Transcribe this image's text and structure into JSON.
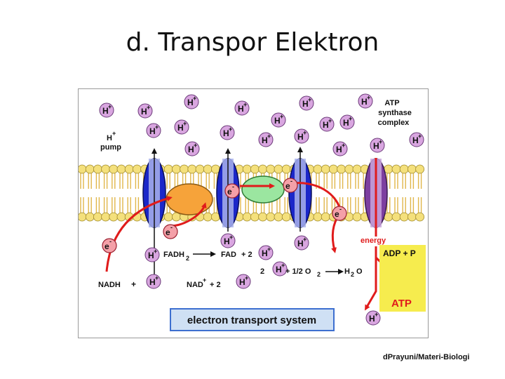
{
  "slide": {
    "title": "d. Transpor Elektron",
    "credit": "dPrayuni/Materi-Biologi"
  },
  "diagram": {
    "proton": "H",
    "proton_charge": "+",
    "electron": "e",
    "electron_charge": "-",
    "labels": {
      "pump_h": "H",
      "pump_plus": "+",
      "pump_word": "pump",
      "atp_synthase_1": "ATP",
      "atp_synthase_2": "synthase",
      "atp_synthase_3": "complex",
      "energy": "energy",
      "adp_p": "ADP + P",
      "atp": "ATP",
      "fadh": "FADH",
      "fadh_sub": "2",
      "fad": "FAD",
      "plus2": "+ 2",
      "nadh": "NADH",
      "plus": "+",
      "nad": "NAD",
      "nad_sup": "+",
      "nad_plus2": "+ 2",
      "two": "2",
      "half_o2": "+ 1/2 O",
      "o2_sub": "2",
      "water_h": "H",
      "water_sub": "2",
      "water_o": "O",
      "system": "electron transport system"
    },
    "colors": {
      "proton_fill": "#d9a6e0",
      "head": "#f4e07c",
      "tail": "#e0b64a",
      "channel": "#1b27c9",
      "channel_light": "#a9b3ec",
      "synthase": "#7d3fa0",
      "synthase_light": "#c8a6dc",
      "arrow": "#e01b1b",
      "orange_complex": "#f6a33a",
      "green_complex": "#9be6a0",
      "electron_fill": "#f4a0a8",
      "banner_fill": "#cfe0f4",
      "banner_border": "#3d6fd0",
      "adp_box": "#f6ec4e"
    }
  }
}
